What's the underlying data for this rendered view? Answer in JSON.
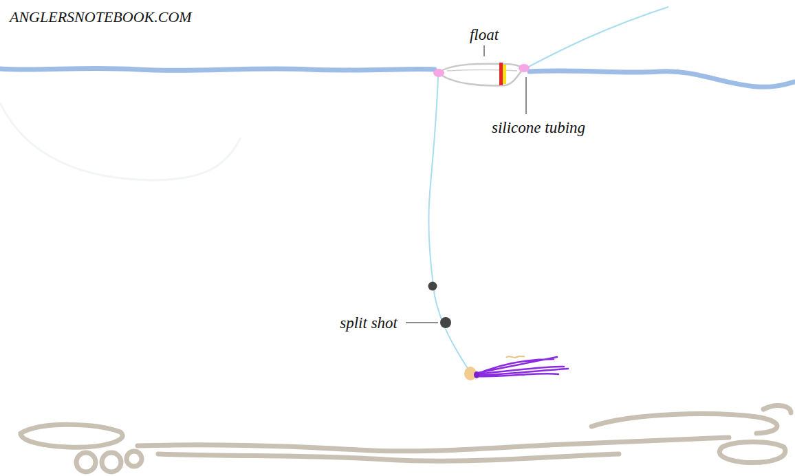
{
  "diagram": {
    "labels": [
      "ANGLERSNOTEBOOK.COM",
      "float",
      "silicone tubing",
      "split shot"
    ]
  }
}
